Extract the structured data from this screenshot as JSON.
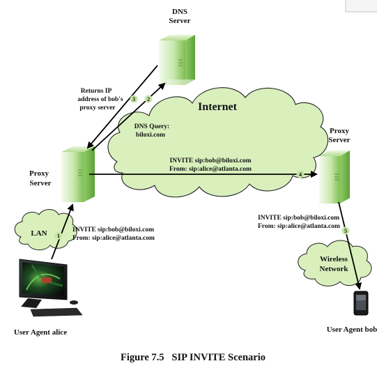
{
  "caption": "Figure 7.5   SIP INVITE Scenario",
  "nodes": {
    "dns_server": {
      "line1": "DNS",
      "line2": "Server"
    },
    "proxy_left": {
      "line1": "Proxy",
      "line2": "Server"
    },
    "proxy_right": {
      "line1": "Proxy",
      "line2": "Server"
    },
    "ua_alice": {
      "label": "User Agent alice"
    },
    "ua_bob": {
      "label": "User Agent bob"
    }
  },
  "clouds": {
    "internet": "Internet",
    "lan": "LAN",
    "wireless": {
      "line1": "Wireless",
      "line2": "Network"
    }
  },
  "steps": [
    {
      "num": "1"
    },
    {
      "num": "2"
    },
    {
      "num": "3"
    },
    {
      "num": "4"
    },
    {
      "num": "5"
    }
  ],
  "messages": {
    "returns_ip": {
      "line1": "Returns IP",
      "line2": "address of bob's",
      "line3": "proxy server"
    },
    "dns_query": {
      "line1": "DNS Query:",
      "line2": "biloxi.com"
    },
    "invite_top": {
      "line1": "INVITE sip:bob@biloxi.com",
      "line2": "From: sip:alice@atlanta.com"
    },
    "invite_lan": {
      "line1": "INVITE sip:bob@biloxi.com",
      "line2": "From: sip:alice@atlanta.com"
    },
    "invite_right": {
      "line1": "INVITE sip:bob@biloxi.com",
      "line2": "From: sip:alice@atlanta.com"
    }
  },
  "colors": {
    "cloud_fill": "#d9f0bd",
    "cloud_stroke": "#222222",
    "server_green": "#9ed07a",
    "step_circle": "#c5e6a6"
  }
}
